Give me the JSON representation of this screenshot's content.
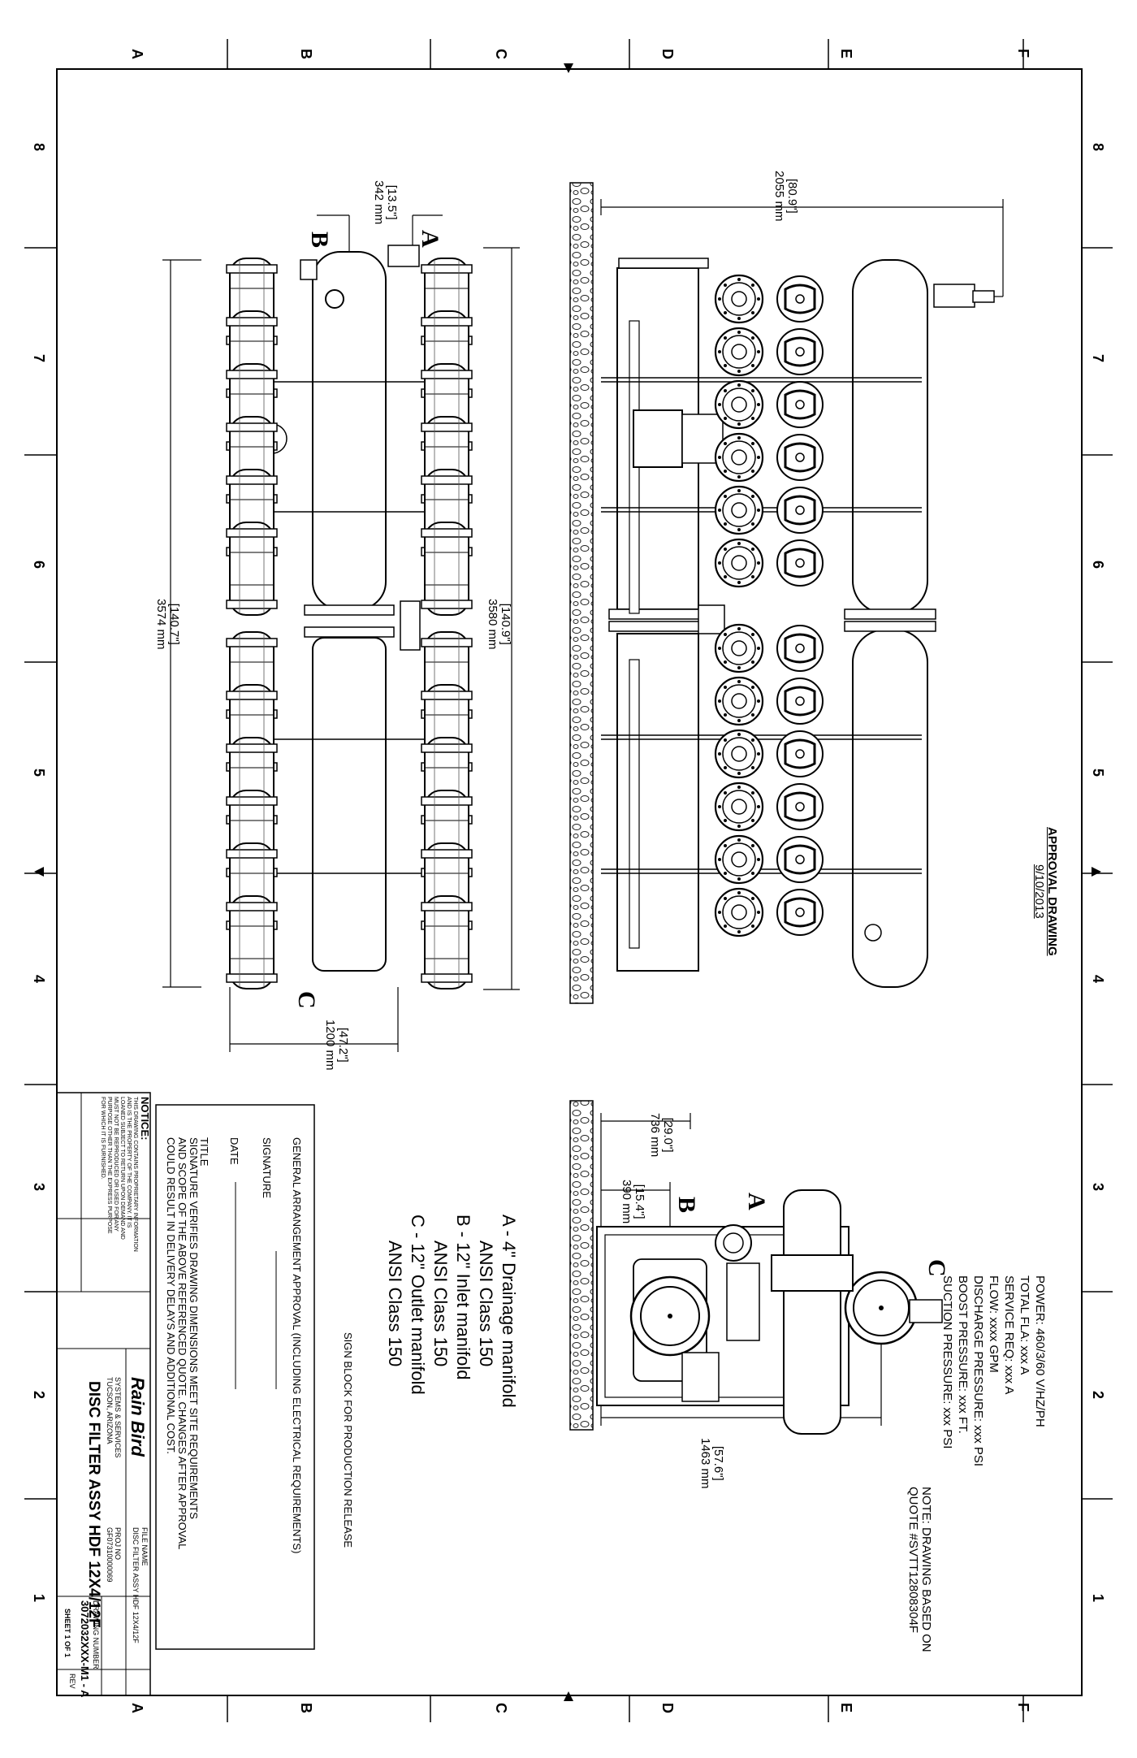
{
  "grid": {
    "letters": [
      "A",
      "B",
      "C",
      "D",
      "E",
      "F"
    ],
    "numbers": [
      "8",
      "7",
      "6",
      "5",
      "4",
      "3",
      "2",
      "1"
    ]
  },
  "approval": {
    "title": "APPROVAL DRAWING",
    "date": "9/10/2013"
  },
  "specs": [
    "POWER: 460/3/60 V/HZ/PH",
    "TOTAL FLA:    xxx A",
    "SERVICE REQ: xxx A",
    "FLOW:       xxxx GPM",
    "DISCHARGE PRESSURE: xxx PSI",
    "BOOST PRESSURE:     xxx FT.",
    "SUCTION PRESSURE: xxx PSI"
  ],
  "quote_note": [
    "NOTE: DRAWING BASED ON",
    "QUOTE #SVTT12808304F"
  ],
  "dimensions": {
    "top_overall": [
      "[80.9\"]",
      "2055 mm"
    ],
    "top_ab": [
      "[13.5\"]",
      "342 mm"
    ],
    "plan_inner": [
      "[140.9\"]",
      "3580 mm"
    ],
    "plan_outer": [
      "[140.7\"]",
      "3574 mm"
    ],
    "plan_width": [
      "[47.2\"]",
      "1200 mm"
    ],
    "end_height": [
      "[29.0\"]",
      "736 mm"
    ],
    "end_inlet": [
      "[15.4\"]",
      "390 mm"
    ],
    "end_overall": [
      "[57.6\"]",
      "1463 mm"
    ]
  },
  "callouts": [
    "A",
    "B",
    "C"
  ],
  "legend": [
    [
      "A - 4\" Drainage manifold",
      "ANSI Class 150"
    ],
    [
      "B - 12\" Inlet manifold",
      "ANSI Class 150"
    ],
    [
      "C - 12\" Outlet manifold",
      "ANSI Class 150"
    ]
  ],
  "signblock": {
    "header": "SIGN BLOCK FOR PRODUCTION RELEASE",
    "approval": "GENERAL ARRANGEMENT APPROVAL (INCLUDING ELECTRICAL REQUIREMENTS)",
    "signature": "SIGNATURE",
    "date": "DATE",
    "title": "TITLE",
    "verify": [
      "SIGNATURE VERIFIES DRAWING DIMENSIONS MEET SITE REQUIREMENTS",
      "AND SCOPE OF THE ABOVE REFERENCED QUOTE. CHANGES AFTER APPROVAL",
      "COULD RESULT IN DELIVERY DELAYS AND ADDITIONAL COST."
    ]
  },
  "titleblock": {
    "notice_label": "NOTICE:",
    "notice_fine": [
      "THIS DRAWING CONTAINS PROPRIETARY INFORMATION",
      "AND IS THE PROPERTY OF THE COMPANY. IT IS",
      "LOANED SUBJECT TO RETURN UPON DEMAND AND",
      "MUST NOT BE REPRODUCED OR USED FOR ANY",
      "PURPOSE OTHER THAN THE EXPRESS PURPOSE",
      "FOR WHICH IT IS FURNISHED."
    ],
    "company_name": "Rain Bird",
    "company_fine": [
      "SYSTEMS & SERVICES",
      "TUCSON, ARIZONA"
    ],
    "title": "DISC FILTER ASSY HDF 12X4/12F",
    "file_label": "FILE NAME",
    "file_value": "DISC FILTER ASSY HDF 12X4/12F",
    "project_label": "PROJ NO",
    "project_value": "GF07310000069",
    "drawing_label": "DRAWING NUMBER",
    "drawing_number": "3072032XXX-M1 - A",
    "rev_label": "REV",
    "sheet": "SHEET 1 OF 1"
  }
}
